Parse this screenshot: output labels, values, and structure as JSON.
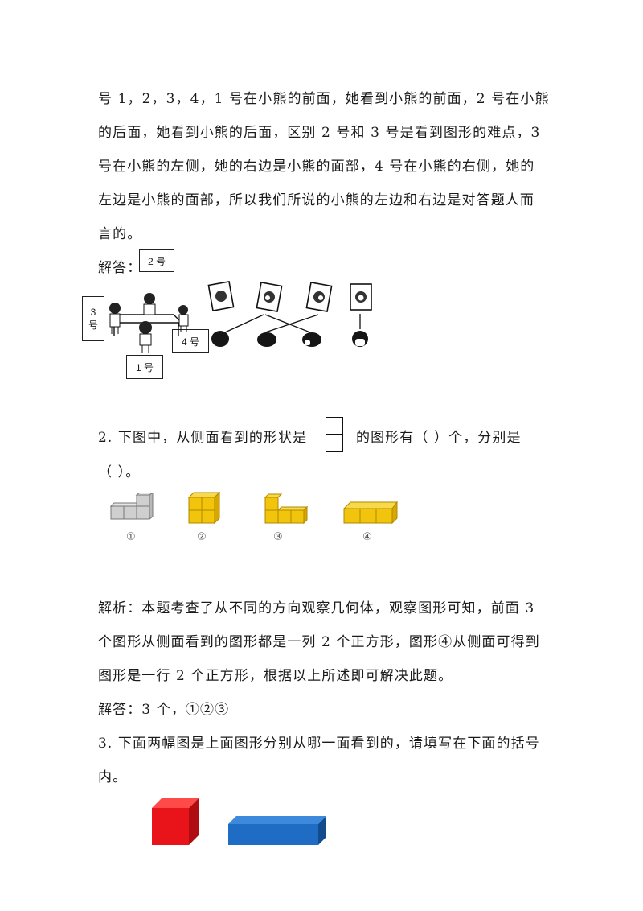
{
  "intro_lines": [
    "号 1，2，3，4，1 号在小熊的前面，她看到小熊的前面，2 号在小熊",
    "的后面，她看到小熊的后面，区别 2 号和 3 号是看到图形的难点，3",
    "号在小熊的左侧，她的右边是小熊的面部，4 号在小熊的右侧，她的",
    "左边是小熊的面部，所以我们所说的小熊的左边和右边是对答题人而",
    "言的。"
  ],
  "answer1": {
    "label": "解答：",
    "box2": "2 号",
    "box3": "3\n号",
    "box4": "4 号",
    "box1": "1 号"
  },
  "q2": {
    "line1_a": "2. 下图中，从侧面看到的形状是",
    "line1_b": "的图形有（      ）个，分别是",
    "line2": "（             ）。",
    "captions": [
      "①",
      "②",
      "③",
      "④"
    ]
  },
  "analysis_lines": [
    "解析：本题考查了从不同的方向观察几何体，观察图形可知，前面 3",
    "个图形从侧面看到的图形都是一列 2 个正方形，图形④从侧面可得到",
    "图形是一行 2 个正方形，根据以上所述即可解决此题。"
  ],
  "answer2": "解答：3 个，①②③",
  "q3_lines": [
    "3. 下面两幅图是上面图形分别从哪一面看到的，请填写在下面的括号",
    "内。"
  ],
  "colors": {
    "cube_red": "#e8141a",
    "prism_blue": "#1f6cc4",
    "gray_block": "#c9c9c9",
    "yellow_block": "#f2c40c"
  }
}
